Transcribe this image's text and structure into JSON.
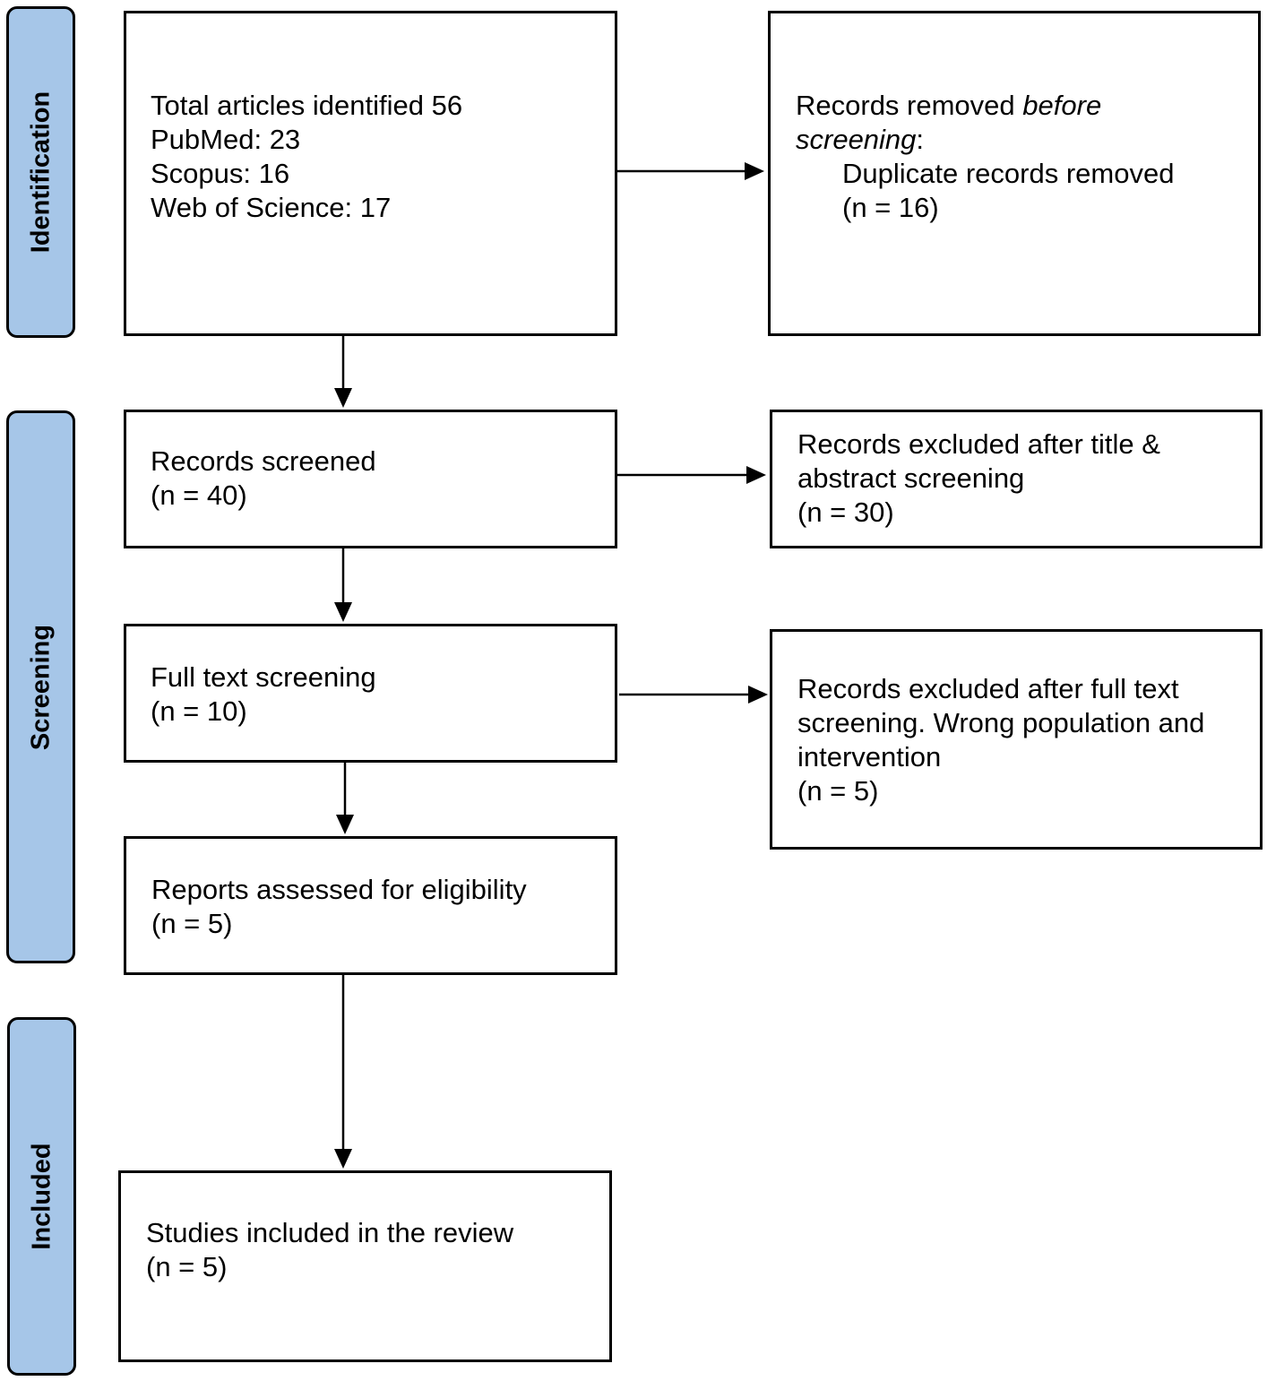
{
  "phases": {
    "identification": "Identification",
    "screening": "Screening",
    "included": "Included"
  },
  "identification_box": {
    "total": "Total articles identified 56",
    "pubmed": "PubMed: 23",
    "scopus": "Scopus: 16",
    "wos": "Web of Science: 17"
  },
  "removed_box": {
    "line1": "Records removed ",
    "line1_italic": "before",
    "line2_italic": "screening",
    "line2_suffix": ":",
    "line3": "Duplicate records removed",
    "line4": "(n = 16)"
  },
  "screened_box": {
    "label": "Records screened",
    "count": "(n = 40)"
  },
  "excluded_title_box": {
    "line1": "Records excluded after title &",
    "line2": "abstract screening",
    "count": "(n = 30)"
  },
  "fulltext_box": {
    "label": "Full text screening",
    "count": "(n = 10)"
  },
  "excluded_fulltext_box": {
    "line1": "Records excluded after full text",
    "line2": "screening. Wrong population and",
    "line3": "intervention",
    "count": "(n = 5)"
  },
  "eligibility_box": {
    "label": "Reports assessed for eligibility",
    "count": "(n = 5)"
  },
  "included_box": {
    "label": "Studies included in the review",
    "count": "(n = 5)"
  },
  "colors": {
    "phase_fill": "#a6c6e8",
    "stroke": "#000000",
    "box_fill": "#ffffff"
  }
}
